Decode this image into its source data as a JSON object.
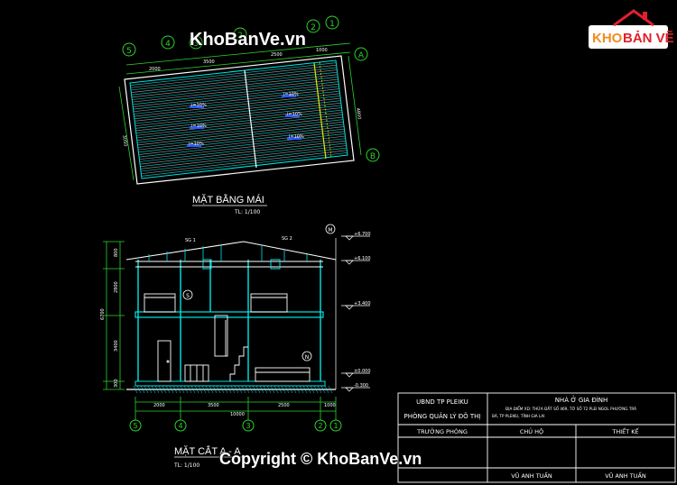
{
  "watermarks": {
    "top": "KhoBanVe.vn",
    "bottom": "Copyright © KhoBanVe.vn",
    "logo_part1": "KHO",
    "logo_part2": "BẢN VẼ"
  },
  "roof_plan": {
    "title": "MẶT BẰNG MÁI",
    "scale": "TL: 1/100",
    "grid_bubbles": [
      "5",
      "4",
      "3",
      "2",
      "1",
      "A",
      "B"
    ],
    "top_dims": [
      "2000",
      "3500",
      "2500",
      "1000"
    ],
    "side_dims": [
      "4800",
      "3050"
    ],
    "slopes": [
      "i=10%",
      "i=10%",
      "i=10%",
      "i=10%",
      "i=10%",
      "i=10%"
    ]
  },
  "section": {
    "title": "MẶT CẮT A - A",
    "scale": "TL: 1/100",
    "bottom_dims": [
      "2000",
      "3500",
      "2500",
      "1000"
    ],
    "total_dim": "10000",
    "left_dims": [
      "800",
      "2800",
      "3400",
      "300"
    ],
    "overall_height": "6700",
    "levels": [
      "+6.700",
      "+6.100",
      "+3.400",
      "±0.000",
      "-0.300"
    ],
    "grid_bubbles": [
      "5",
      "4",
      "3",
      "2",
      "1"
    ],
    "roof_notes": [
      "SG 1",
      "SG 2"
    ],
    "room_tags": [
      "S",
      "N",
      "M"
    ]
  },
  "title_block": {
    "authority_line1": "UBND TP PLEIKU",
    "authority_line2": "PHÒNG QUẢN LÝ ĐÔ THỊ",
    "project_title": "NHÀ Ở GIA ĐÌNH",
    "project_addr1": "ĐỊA ĐIỂM XD: THỬA ĐẤT SỐ 469, TỜ SỐ 72 PLEI NGOL PHƯỜNG TRÀ",
    "project_addr2": "BÁ, TP PLEIKU, TỈNH GIA LAI",
    "role_head": "TRƯỞNG PHÒNG",
    "role_owner": "CHỦ HỘ",
    "role_designer": "THIẾT KẾ",
    "name_owner": "VŨ ANH TUẤN",
    "name_designer": "VŨ ANH TUẤN"
  },
  "colors": {
    "bg": "#000000",
    "cyan": "#00e5e5",
    "grid_green": "#2bd42b",
    "white": "#ffffff",
    "yellow": "#e6e600",
    "red": "#ff4040",
    "logo_orange": "#f08c1e",
    "logo_red": "#e0202a"
  }
}
